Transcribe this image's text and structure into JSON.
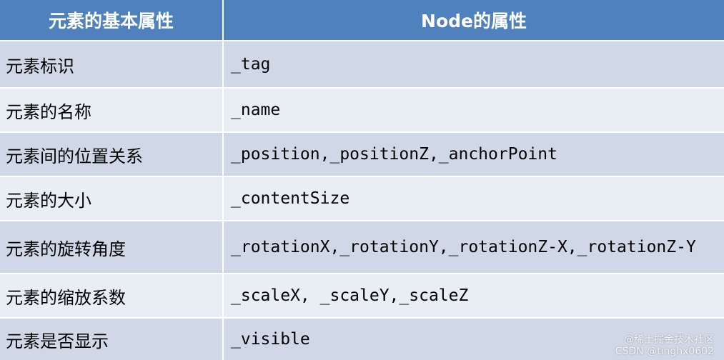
{
  "header": {
    "col1": "元素的基本属性",
    "col2": "Node的属性"
  },
  "rows": [
    {
      "label": "元素标识",
      "value": "_tag"
    },
    {
      "label": "元素的名称",
      "value": "_name"
    },
    {
      "label": "元素间的位置关系",
      "value": "_position,_positionZ,_anchorPoint"
    },
    {
      "label": "元素的大小",
      "value": "_contentSize"
    },
    {
      "label": "元素的旋转角度",
      "value": "_rotationX,_rotationY,_rotationZ-X,_rotationZ-Y"
    },
    {
      "label": "元素的缩放系数",
      "value": "_scaleX, _scaleY,_scaleZ"
    },
    {
      "label": "元素是否显示",
      "value": "_visible"
    }
  ],
  "watermark": {
    "line1": "@稀土掘金技术社区",
    "line2": "CSDN @tinghx0602"
  },
  "colors": {
    "header": "#4f81bd",
    "row_odd": "#d0d8e8",
    "row_even": "#e9edf4"
  }
}
